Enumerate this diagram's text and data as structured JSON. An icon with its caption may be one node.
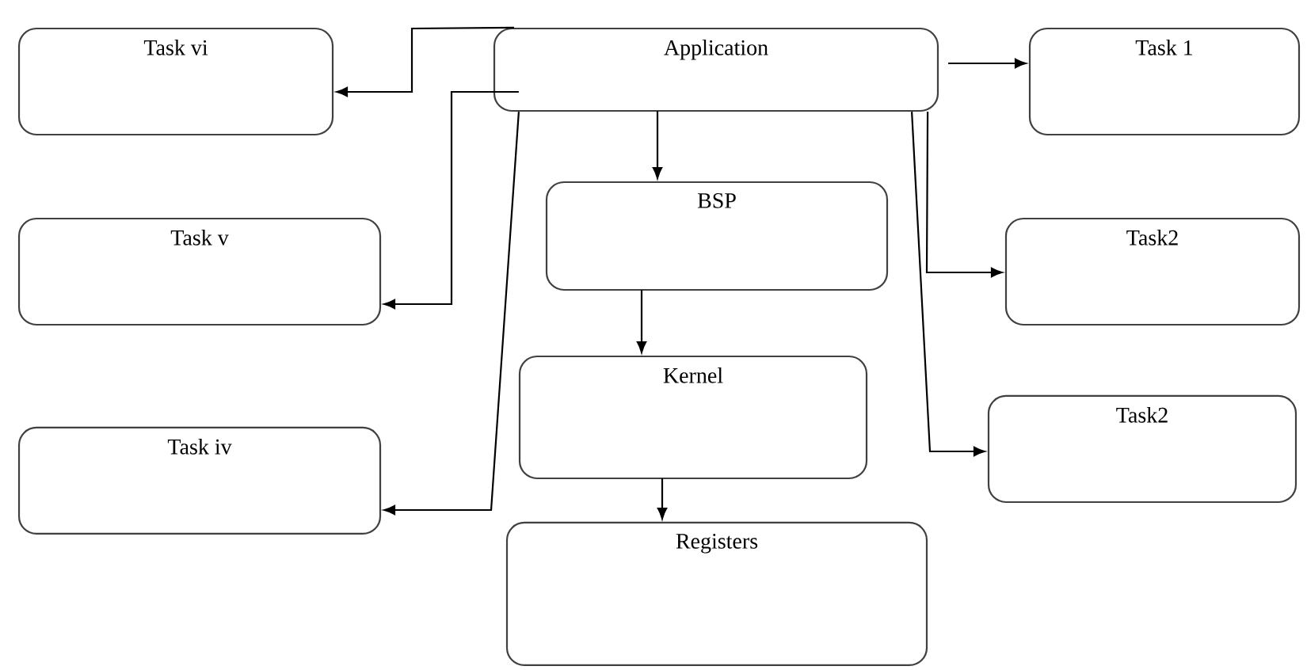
{
  "diagram": {
    "nodes": [
      {
        "text": [
          "Application"
        ]
      },
      {
        "text": [
          "Task vi"
        ]
      },
      {
        "text": [
          "Task 1"
        ]
      },
      {
        "text": [
          "Task v"
        ]
      },
      {
        "text": [
          "BSP"
        ]
      },
      {
        "text": [
          "Task2"
        ]
      },
      {
        "text": [
          "Kernel"
        ]
      },
      {
        "text": [
          "Task iv"
        ]
      },
      {
        "text": [
          "Task2"
        ]
      },
      {
        "text": [
          "Registers"
        ]
      }
    ],
    "edges": [
      {
        "from": 0,
        "to": 1,
        "arrow": "to"
      },
      {
        "from": 0,
        "to": 3,
        "arrow": "to"
      },
      {
        "from": 0,
        "to": 7,
        "arrow": "to"
      },
      {
        "from": 0,
        "to": 4,
        "arrow": "to"
      },
      {
        "from": 4,
        "to": 6,
        "arrow": "to"
      },
      {
        "from": 6,
        "to": 9,
        "arrow": "to"
      },
      {
        "from": 0,
        "to": 2,
        "arrow": "to"
      },
      {
        "from": 0,
        "to": 5,
        "arrow": "to"
      },
      {
        "from": 0,
        "to": 8,
        "arrow": "to"
      }
    ]
  }
}
